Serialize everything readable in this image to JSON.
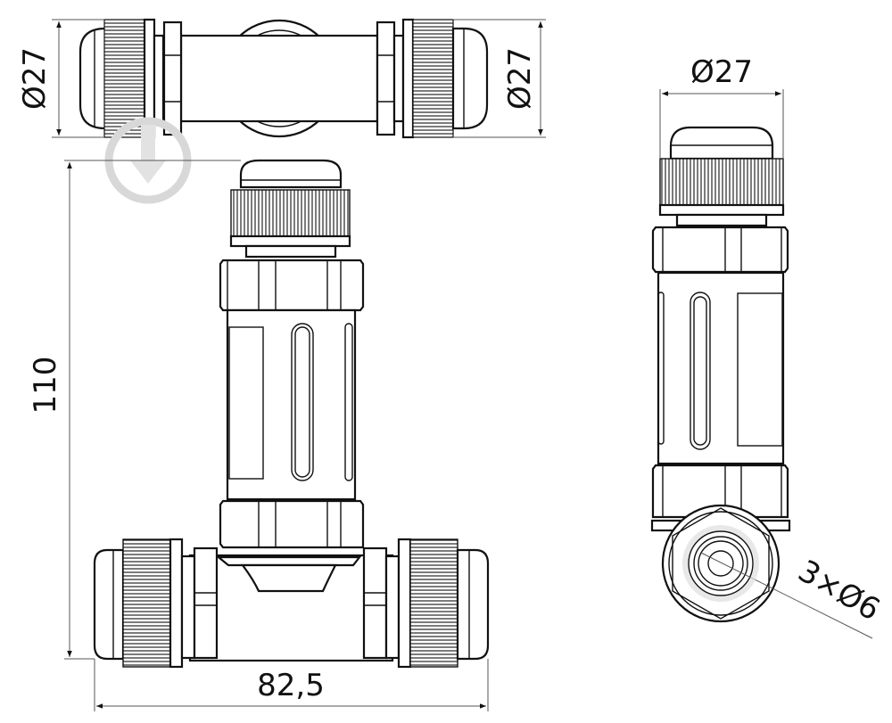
{
  "drawing": {
    "subject": "T-shaped 3-way waterproof cable connector",
    "views": [
      "top-view",
      "front-view",
      "side-view"
    ],
    "colors": {
      "line": "#111111",
      "dimension_line": "#555555",
      "background": "#ffffff",
      "watermark": "#d8d8d8"
    }
  },
  "dimensions": {
    "top_left_diameter": "Ø27",
    "top_right_diameter": "Ø27",
    "side_diameter": "Ø27",
    "height": "110",
    "width": "82,5",
    "cable_entries": "3×Ø6"
  }
}
